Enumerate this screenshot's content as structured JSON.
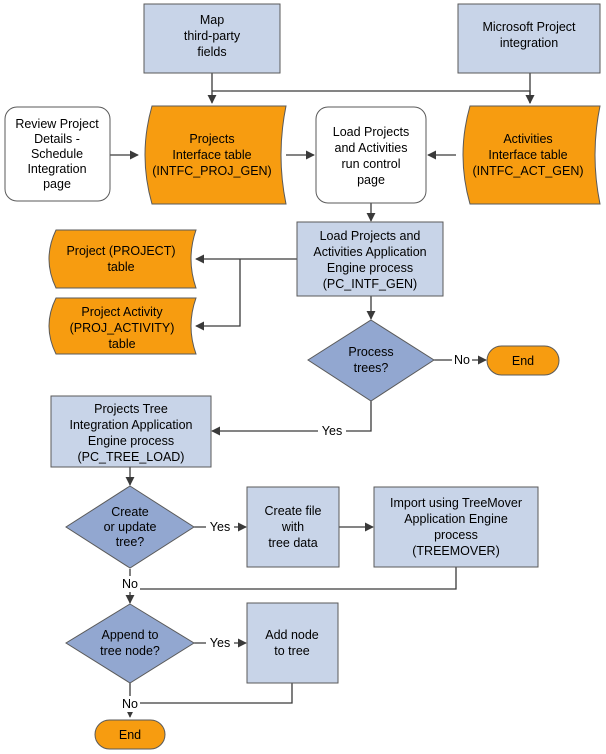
{
  "nodes": {
    "map_fields": [
      "Map",
      "third-party",
      "fields"
    ],
    "ms_project": [
      "Microsoft Project",
      "integration"
    ],
    "review_page": [
      "Review Project",
      "Details -",
      "Schedule",
      "Integration",
      "page"
    ],
    "proj_interface": [
      "Projects",
      "Interface table",
      "(INTFC_PROJ_GEN)"
    ],
    "load_runctl": [
      "Load Projects",
      "and Activities",
      "run control",
      "page"
    ],
    "act_interface": [
      "Activities",
      "Interface table",
      "(INTFC_ACT_GEN)"
    ],
    "load_ae": [
      "Load Projects and",
      "Activities Application",
      "Engine process",
      "(PC_INTF_GEN)"
    ],
    "project_table": [
      "Project (PROJECT)",
      "table"
    ],
    "proj_activity_table": [
      "Project Activity",
      "(PROJ_ACTIVITY)",
      "table"
    ],
    "process_trees": [
      "Process",
      "trees?"
    ],
    "end_top": [
      "End"
    ],
    "tree_integration": [
      "Projects Tree",
      "Integration Application",
      "Engine process",
      "(PC_TREE_LOAD)"
    ],
    "create_update": [
      "Create",
      "or update",
      "tree?"
    ],
    "create_file": [
      "Create file",
      "with",
      "tree data"
    ],
    "import_treemover": [
      "Import using TreeMover",
      "Application Engine",
      "process",
      "(TREEMOVER)"
    ],
    "append_node": [
      "Append to",
      "tree node?"
    ],
    "add_node": [
      "Add node",
      "to tree"
    ],
    "end_bottom": [
      "End"
    ]
  },
  "edge_labels": {
    "no_process": "No",
    "yes_process": "Yes",
    "yes_create": "Yes",
    "no_create": "No",
    "yes_append": "Yes",
    "no_append": "No"
  }
}
